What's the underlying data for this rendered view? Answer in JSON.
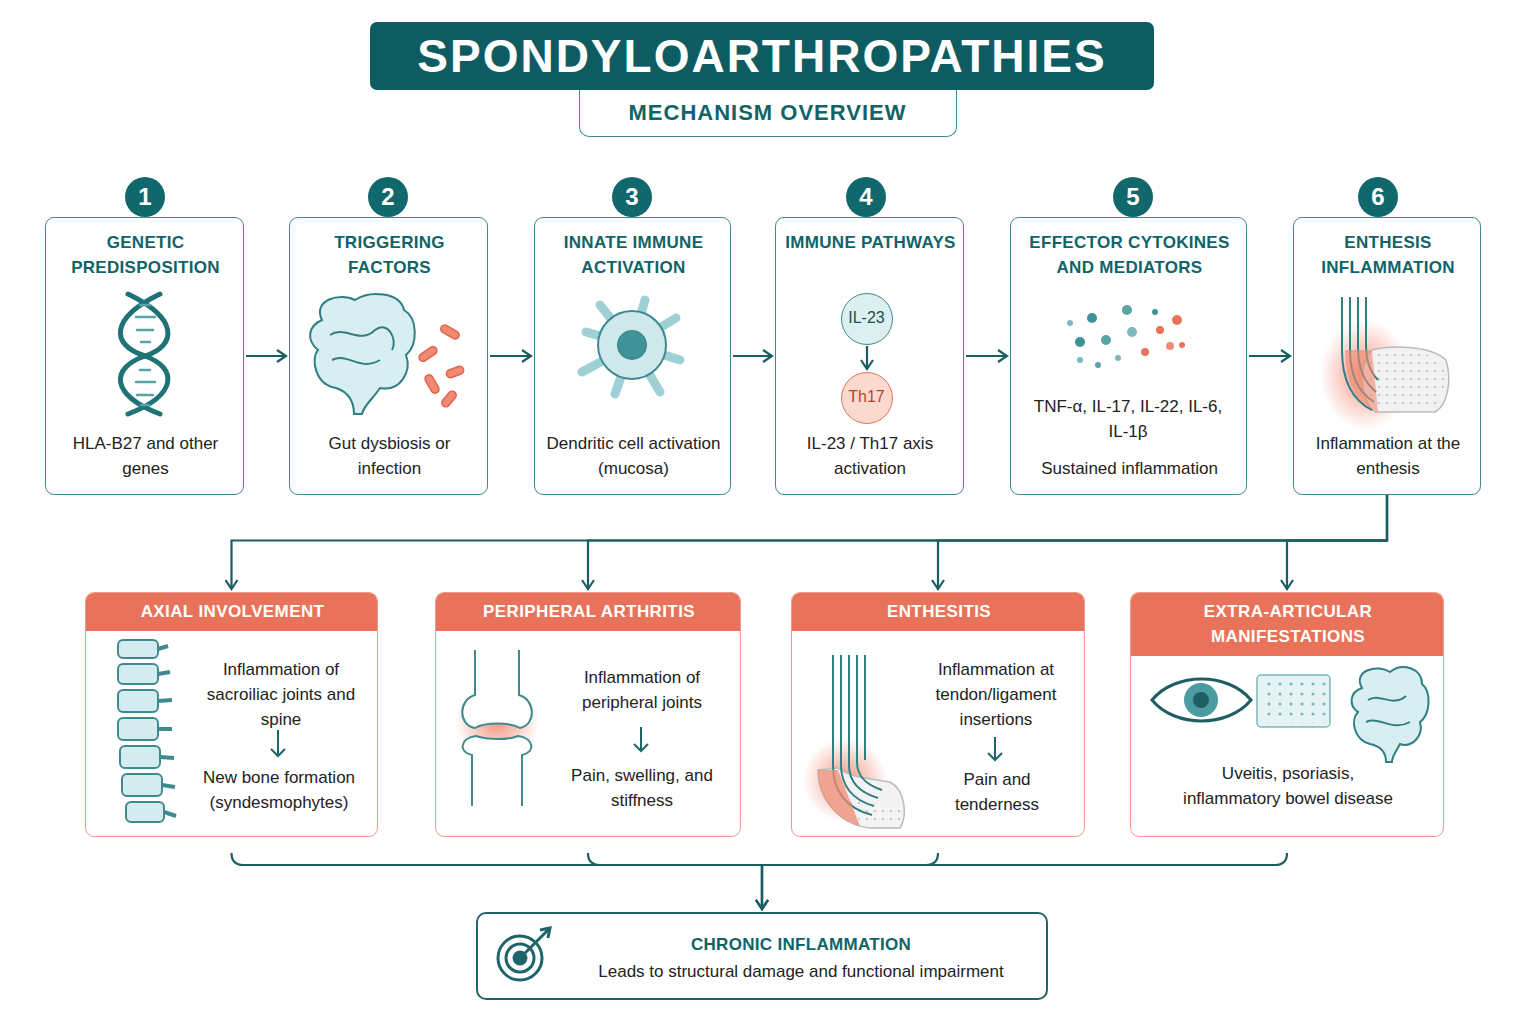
{
  "diagram": {
    "title": "SPONDYLOARTHROPATHIES",
    "nodes": [
      {
        "text": [
          "MECHANISM OVERVIEW"
        ]
      },
      {
        "text": [
          "GENETIC PREDISPOSITION",
          "HLA-B27 and other genes"
        ]
      },
      {
        "text": [
          "TRIGGERING FACTORS",
          "Gut dysbiosis or infection"
        ]
      },
      {
        "text": [
          "INNATE IMMUNE ACTIVATION",
          "Dendritic cell activation (mucosa)"
        ]
      },
      {
        "text": [
          "IMMUNE PATHWAYS",
          "IL-23 / Th17 axis activation"
        ]
      },
      {
        "text": [
          "IL-23"
        ],
        "in": 4
      },
      {
        "text": [
          "Th17"
        ],
        "in": 4
      },
      {
        "text": [
          "EFFECTOR CYTOKINES AND MEDIATORS",
          "TNF-α, IL-17, IL-22, IL-6, IL-1β",
          "Sustained inflammation"
        ]
      },
      {
        "text": [
          "ENTHESIS INFLAMMATION",
          "Inflammation at the enthesis"
        ]
      },
      {
        "text": [
          "AXIAL INVOLVEMENT",
          "Inflammation of sacroiliac joints and spine",
          "New bone formation (syndesmophytes)"
        ]
      },
      {
        "text": [
          "PERIPHERAL ARTHRITIS",
          "Inflammation of peripheral joints",
          "Pain, swelling, and stiffness"
        ]
      },
      {
        "text": [
          "ENTHESITIS",
          "Inflammation at tendon/ligament insertions",
          "Pain and tenderness"
        ]
      },
      {
        "text": [
          "EXTRA-ARTICULAR MANIFESTATIONS",
          "Uveitis, psoriasis, inflammatory bowel disease"
        ]
      },
      {
        "text": [
          "CHRONIC INFLAMMATION",
          "Leads to structural damage and functional impairment"
        ]
      }
    ],
    "edges": [
      {
        "from": 1,
        "to": 2,
        "arrow": "to"
      },
      {
        "from": 2,
        "to": 3,
        "arrow": "to"
      },
      {
        "from": 3,
        "to": 4,
        "arrow": "to"
      },
      {
        "from": 4,
        "to": 7,
        "arrow": "to"
      },
      {
        "from": 7,
        "to": 8,
        "arrow": "to"
      },
      {
        "from": 5,
        "to": 6,
        "arrow": "to"
      },
      {
        "from": 8,
        "to": 9,
        "arrow": "to"
      },
      {
        "from": 8,
        "to": 10,
        "arrow": "to"
      },
      {
        "from": 8,
        "to": 11,
        "arrow": "to"
      },
      {
        "from": 8,
        "to": 12,
        "arrow": "to"
      },
      {
        "from": 9,
        "to": 13,
        "arrow": "to"
      },
      {
        "from": 10,
        "to": 13,
        "arrow": "to"
      },
      {
        "from": 11,
        "to": 13,
        "arrow": "to"
      },
      {
        "from": 12,
        "to": 13,
        "arrow": "to"
      }
    ],
    "labels": [
      "1",
      "2",
      "3",
      "4",
      "5",
      "6"
    ]
  }
}
